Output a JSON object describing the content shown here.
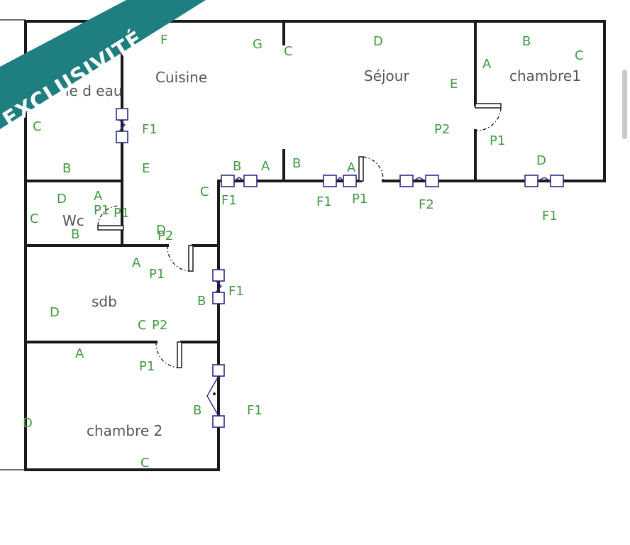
{
  "banner": {
    "text": "EXCLUSIVITÉ",
    "color": "#1f7f80"
  },
  "rooms": {
    "salle_d_eau": "le d eau",
    "cuisine": "Cuisine",
    "sejour": "Séjour",
    "chambre1": "chambre1",
    "wc": "Wc",
    "sdb": "sdb",
    "chambre2": "chambre 2"
  },
  "code_labels": [
    "F",
    "G",
    "C",
    "D",
    "A",
    "B",
    "C",
    "E",
    "C",
    "F1",
    "B",
    "E",
    "P2",
    "P1",
    "D",
    "B",
    "A",
    "B",
    "A",
    "C",
    "F1",
    "F1",
    "P1",
    "F2",
    "F1",
    "D",
    "A",
    "P1",
    "P1",
    "C",
    "B",
    "D",
    "P2",
    "A",
    "P1",
    "F1",
    "B",
    "D",
    "C",
    "P2",
    "A",
    "P1",
    "B",
    "F1",
    "D",
    "C"
  ],
  "colors": {
    "label_green": "#3f9a3f",
    "window_blue": "#2b2b8c",
    "wall": "#1a1a1a"
  }
}
